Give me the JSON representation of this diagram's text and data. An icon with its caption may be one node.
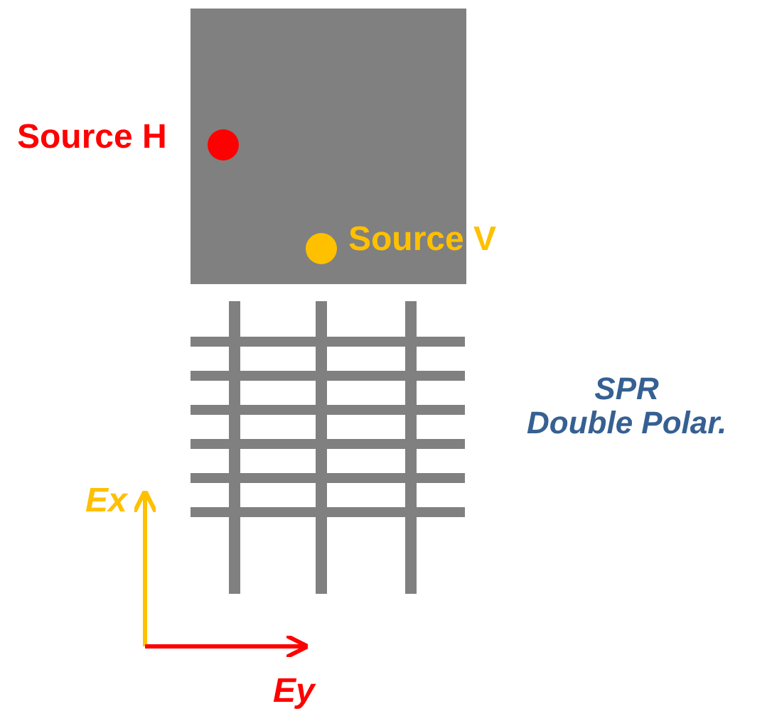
{
  "diagram": {
    "labels": [
      "Source H",
      "Source V",
      "SPR Double Polar.",
      "Ex",
      "Ey"
    ]
  }
}
